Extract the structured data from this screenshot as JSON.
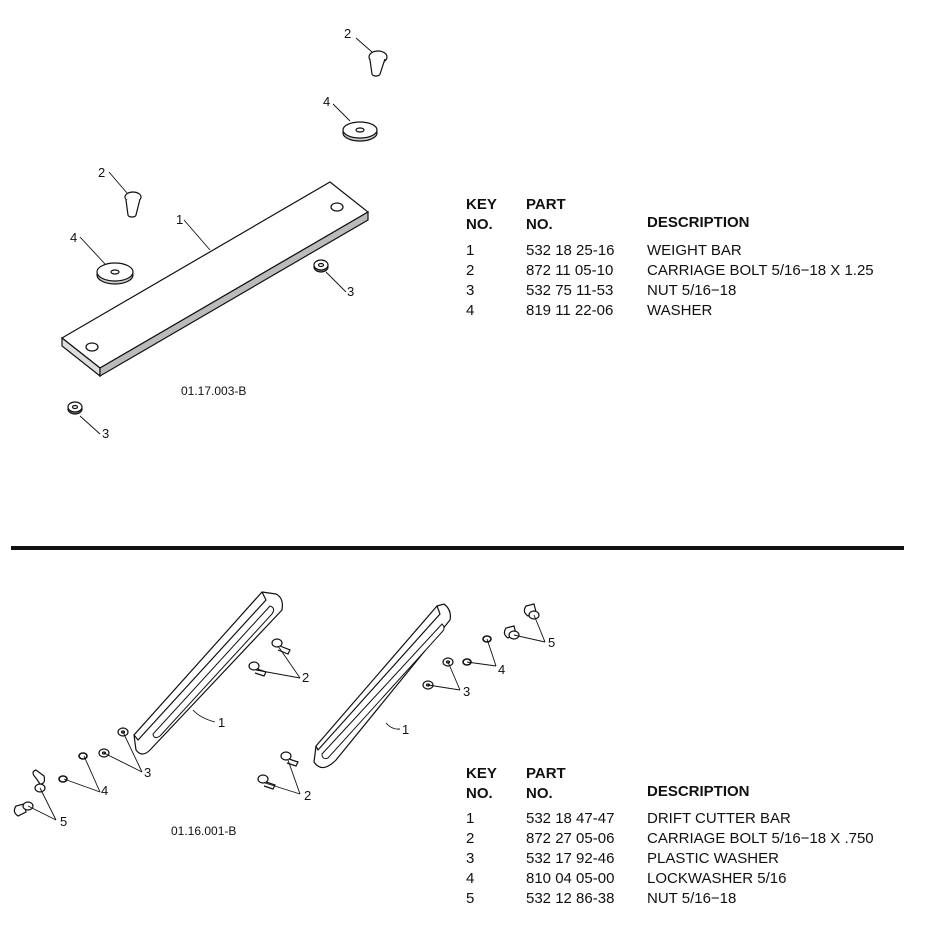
{
  "section1": {
    "figure_id": "01.17.003-B",
    "callouts": [
      "1",
      "2",
      "2",
      "3",
      "3",
      "4",
      "4"
    ],
    "headers": {
      "key_line1": "KEY",
      "key_line2": "NO.",
      "part_line1": "PART",
      "part_line2": "NO.",
      "description": "DESCRIPTION"
    },
    "rows": [
      {
        "key": "1",
        "part": "532 18 25-16",
        "description": "WEIGHT BAR"
      },
      {
        "key": "2",
        "part": "872 11 05-10",
        "description": "CARRIAGE BOLT 5/16−18 X 1.25"
      },
      {
        "key": "3",
        "part": "532 75 11-53",
        "description": "NUT 5/16−18"
      },
      {
        "key": "4",
        "part": "819 11 22-06",
        "description": "WASHER"
      }
    ]
  },
  "section2": {
    "figure_id": "01.16.001-B",
    "callouts": [
      "1",
      "1",
      "2",
      "2",
      "3",
      "3",
      "4",
      "4",
      "5",
      "5"
    ],
    "headers": {
      "key_line1": "KEY",
      "key_line2": "NO.",
      "part_line1": "PART",
      "part_line2": "NO.",
      "description": "DESCRIPTION"
    },
    "rows": [
      {
        "key": "1",
        "part": "532 18 47-47",
        "description": "DRIFT CUTTER BAR"
      },
      {
        "key": "2",
        "part": "872 27 05-06",
        "description": "CARRIAGE BOLT 5/16−18 X .750"
      },
      {
        "key": "3",
        "part": "532 17 92-46",
        "description": "PLASTIC WASHER"
      },
      {
        "key": "4",
        "part": "810 04 05-00",
        "description": "LOCKWASHER 5/16"
      },
      {
        "key": "5",
        "part": "532 12 86-38",
        "description": "NUT 5/16−18"
      }
    ]
  }
}
